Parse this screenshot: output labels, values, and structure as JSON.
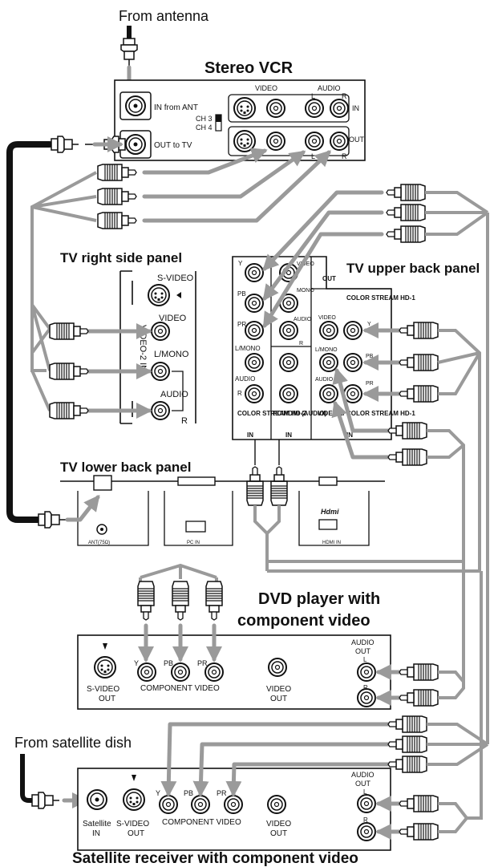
{
  "labels": {
    "from_antenna": "From antenna",
    "stereo_vcr": "Stereo VCR",
    "vcr_video": "VIDEO",
    "vcr_audio": "AUDIO",
    "vcr_l": "L",
    "vcr_r": "R",
    "vcr_in": "IN",
    "vcr_out": "OUT",
    "vcr_in_from_ant": "IN from ANT",
    "vcr_out_to_tv": "OUT to TV",
    "vcr_ch3": "CH 3",
    "vcr_ch4": "CH 4",
    "tv_right_side_panel": "TV right side panel",
    "rs_svideo": "S-VIDEO",
    "rs_video": "VIDEO",
    "rs_lmono": "L/MONO",
    "rs_audio": "AUDIO",
    "rs_r": "R",
    "rs_video2_in": "VIDEO-2 IN",
    "tv_upper_back_panel": "TV upper back panel",
    "ub_y": "Y",
    "ub_pb": "PB",
    "ub_pr": "PR",
    "ub_lmono": "L/MONO",
    "ub_audio": "AUDIO",
    "ub_r": "R",
    "ub_video": "VIDEO",
    "ub_mono": "MONO",
    "ub_audio2": "AUDIO",
    "ub_r2": "R",
    "ub_out": "OUT",
    "ub_cs_hd2": "COLOR STREAM HD-2",
    "ub_pc_hdmi_audio": "PC/HDMI (AUDIO)",
    "ub_in1": "IN",
    "ub_in2": "IN",
    "ub_in3": "IN",
    "ub_cs_hd1": "COLOR STREAM HD-1",
    "ub_video_r": "VIDEO",
    "ub_y_r": "Y",
    "ub_lmono_r": "L/MONO",
    "ub_pb_r": "PB",
    "ub_audio_r": "AUDIO",
    "ub_pr_r": "PR",
    "ub_video1": "VIDEO 1/ COLOR STREAM HD-1",
    "tv_lower_back_panel": "TV lower back panel",
    "lb_ant": "ANT(75Ω)",
    "lb_pc_in": "PC IN",
    "lb_hdmi_in": "HDMI IN",
    "lb_hdmi_logo": "Hdmi",
    "dvd_title_1": "DVD player with",
    "dvd_title_2": "component video",
    "dvd_svideo": "S-VIDEO",
    "dvd_svideo_out": "OUT",
    "dvd_y": "Y",
    "dvd_pb": "PB",
    "dvd_pr": "PR",
    "dvd_component": "COMPONENT VIDEO",
    "dvd_video": "VIDEO",
    "dvd_video_out": "OUT",
    "dvd_audio": "AUDIO",
    "dvd_audio_out": "OUT",
    "dvd_l": "L",
    "dvd_r": "R",
    "from_satellite_dish": "From satellite dish",
    "sat_satellite": "Satellite",
    "sat_in": "IN",
    "sat_svideo": "S-VIDEO",
    "sat_svideo_out": "OUT",
    "sat_y": "Y",
    "sat_pb": "PB",
    "sat_pr": "PR",
    "sat_component": "COMPONENT VIDEO",
    "sat_video": "VIDEO",
    "sat_video_out": "OUT",
    "sat_audio": "AUDIO",
    "sat_audio_out": "OUT",
    "sat_l": "L",
    "sat_r": "R",
    "sat_title": "Satellite receiver with component video"
  },
  "colors": {
    "cable_gray": "#9a9a9a",
    "coax_black": "#111111",
    "panel_stroke": "#111111"
  }
}
